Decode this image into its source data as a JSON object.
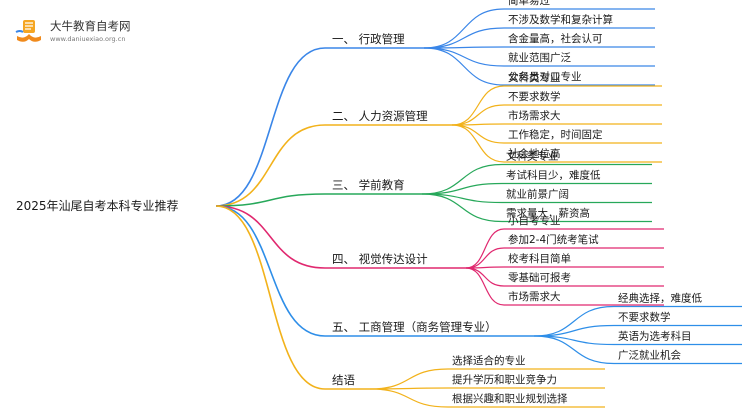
{
  "logo": {
    "name": "大牛教育自考网",
    "url": "www.daniuexiao.org.cn"
  },
  "mindmap": {
    "root": "2025年汕尾自考本科专业推荐",
    "branches": [
      {
        "label": "一、 行政管理",
        "color": "#3a86e8",
        "leaves": [
          "简单易过",
          "不涉及数学和复杂计算",
          "含金量高，社会认可",
          "就业范围广泛",
          "公务员对口专业"
        ]
      },
      {
        "label": "二、 人力资源管理",
        "color": "#f2b21b",
        "leaves": [
          "文科类专业",
          "不要求数学",
          "市场需求大",
          "工作稳定，时间固定",
          "社会地位高"
        ]
      },
      {
        "label": "三、 学前教育",
        "color": "#27a85a",
        "leaves": [
          "文科类专业",
          "考试科目少，难度低",
          "就业前景广阔",
          "需求量大，薪资高"
        ]
      },
      {
        "label": "四、 视觉传达设计",
        "color": "#e0286f",
        "leaves": [
          "小自考专业",
          "参加2-4门统考笔试",
          "校考科目简单",
          "零基础可报考",
          "市场需求大"
        ]
      },
      {
        "label": "五、 工商管理（商务管理专业）",
        "color": "#2e8ee8",
        "leaves": [
          "经典选择，难度低",
          "不要求数学",
          "英语为选考科目",
          "广泛就业机会"
        ]
      },
      {
        "label": "结语",
        "color": "#f2b21b",
        "leaves": [
          "选择适合的专业",
          "提升学历和职业竞争力",
          "根据兴趣和职业规划选择"
        ]
      }
    ]
  }
}
